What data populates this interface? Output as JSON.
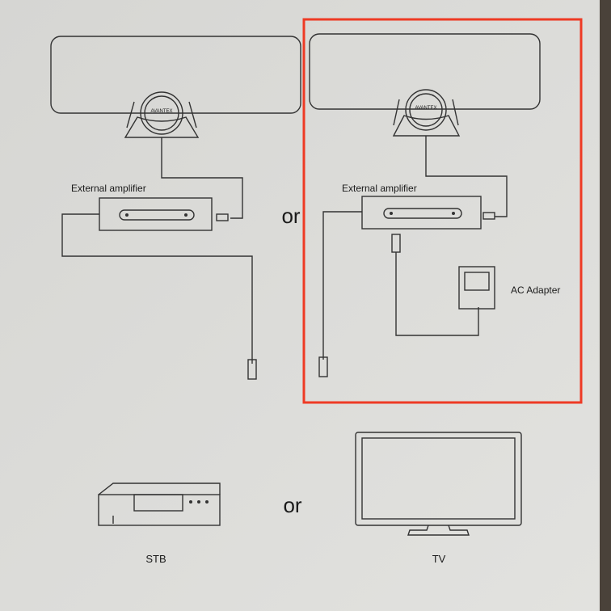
{
  "diagram": {
    "antenna_brand": "AVANTEX",
    "left_setup": {
      "amplifier_label": "External amplifier"
    },
    "right_setup": {
      "amplifier_label": "External amplifier",
      "adapter_label": "AC Adapter"
    },
    "or_top": "or",
    "or_bottom": "or",
    "stb_label": "STB",
    "tv_label": "TV",
    "highlight_color": "#ee3a24"
  }
}
